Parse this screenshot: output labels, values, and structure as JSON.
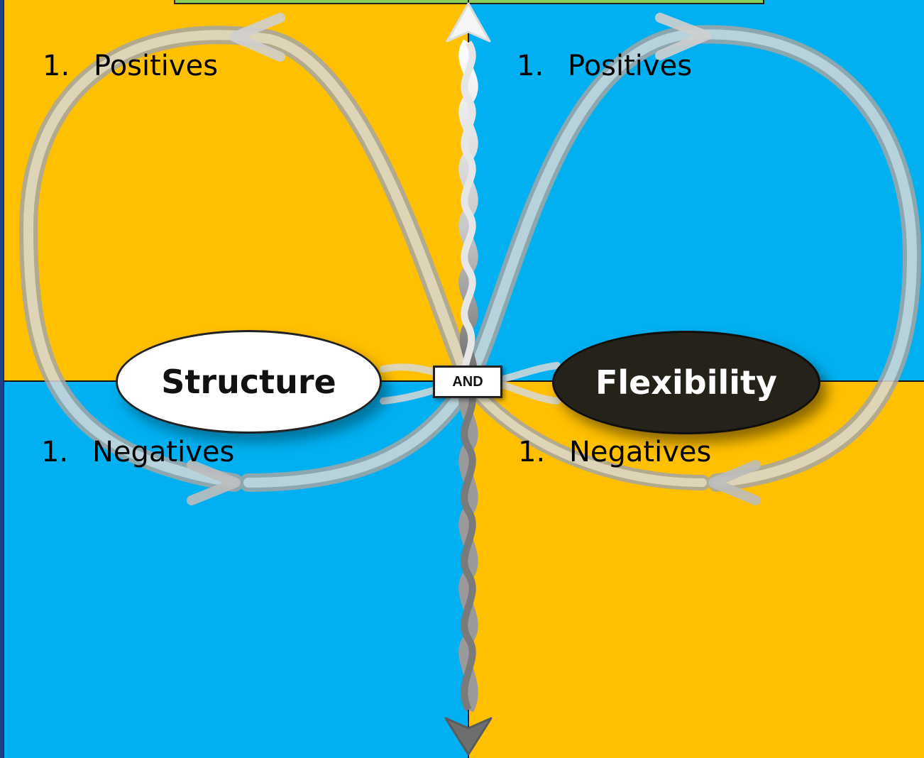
{
  "quadrants": {
    "top_left": {
      "number": "1.",
      "label": "Positives",
      "color": "#ffc000"
    },
    "top_right": {
      "number": "1.",
      "label": "Positives",
      "color": "#00b0f0"
    },
    "bottom_left": {
      "number": "1.",
      "label": "Negatives",
      "color": "#00b0f0"
    },
    "bottom_right": {
      "number": "1.",
      "label": "Negatives",
      "color": "#ffc000"
    }
  },
  "poles": {
    "left": {
      "label": "Structure",
      "color": "#ffffff"
    },
    "right": {
      "label": "Flexibility",
      "color": "#25221a"
    }
  },
  "connector": {
    "label": "AND"
  },
  "icons": [
    "infinity-loop-arrows",
    "up-arrow",
    "down-arrow"
  ]
}
